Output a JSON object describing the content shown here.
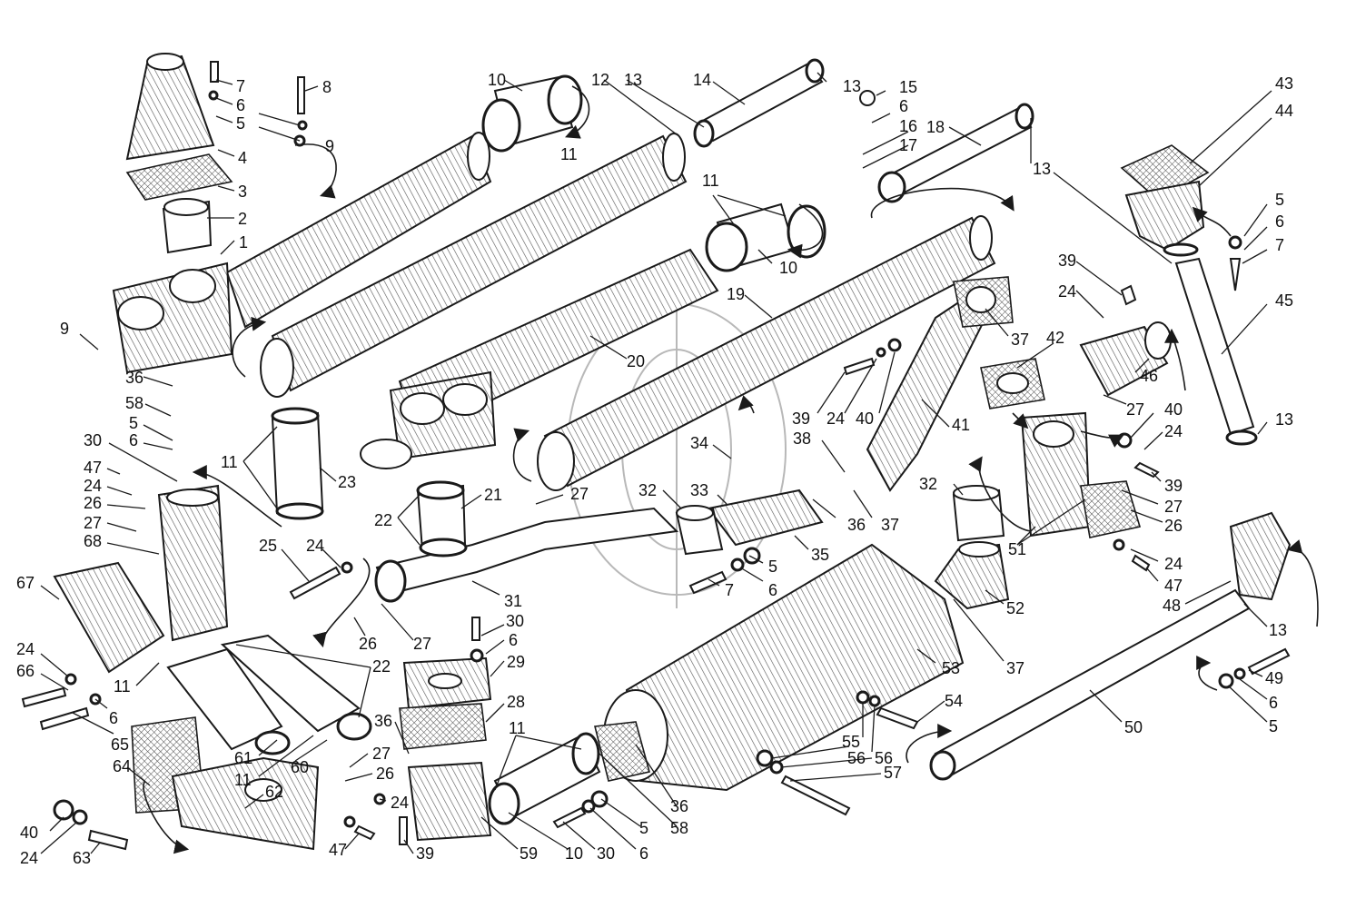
{
  "diagram": {
    "colors": {
      "ink": "#1a1a1a",
      "paper": "#ffffff",
      "watermark": "#b8b8b8"
    },
    "watermark_icon": "phi-circle-watermark",
    "labels": [
      {
        "id": "l1",
        "text": "1"
      },
      {
        "id": "l2",
        "text": "2"
      },
      {
        "id": "l3",
        "text": "3"
      },
      {
        "id": "l4",
        "text": "4"
      },
      {
        "id": "l5a",
        "text": "5"
      },
      {
        "id": "l6a",
        "text": "6"
      },
      {
        "id": "l7a",
        "text": "7"
      },
      {
        "id": "l8",
        "text": "8"
      },
      {
        "id": "l9a",
        "text": "9"
      },
      {
        "id": "l10a",
        "text": "10"
      },
      {
        "id": "l11a",
        "text": "11"
      },
      {
        "id": "l12",
        "text": "12"
      },
      {
        "id": "l13a",
        "text": "13"
      },
      {
        "id": "l14",
        "text": "14"
      },
      {
        "id": "l13b",
        "text": "13"
      },
      {
        "id": "l15",
        "text": "15"
      },
      {
        "id": "l6b",
        "text": "6"
      },
      {
        "id": "l16",
        "text": "16"
      },
      {
        "id": "l17",
        "text": "17"
      },
      {
        "id": "l18",
        "text": "18"
      },
      {
        "id": "l13c",
        "text": "13"
      },
      {
        "id": "l43",
        "text": "43"
      },
      {
        "id": "l44",
        "text": "44"
      },
      {
        "id": "l5b",
        "text": "5"
      },
      {
        "id": "l6c",
        "text": "6"
      },
      {
        "id": "l7b",
        "text": "7"
      },
      {
        "id": "l45",
        "text": "45"
      },
      {
        "id": "l13d",
        "text": "13"
      },
      {
        "id": "l11b",
        "text": "11"
      },
      {
        "id": "l10b",
        "text": "10"
      },
      {
        "id": "l19",
        "text": "19"
      },
      {
        "id": "l20",
        "text": "20"
      },
      {
        "id": "l9b",
        "text": "9"
      },
      {
        "id": "l36a",
        "text": "36"
      },
      {
        "id": "l58a",
        "text": "58"
      },
      {
        "id": "l5c",
        "text": "5"
      },
      {
        "id": "l6d",
        "text": "6"
      },
      {
        "id": "l30a",
        "text": "30"
      },
      {
        "id": "l47a",
        "text": "47"
      },
      {
        "id": "l24a",
        "text": "24"
      },
      {
        "id": "l26a",
        "text": "26"
      },
      {
        "id": "l27a",
        "text": "27"
      },
      {
        "id": "l68",
        "text": "68"
      },
      {
        "id": "l67",
        "text": "67"
      },
      {
        "id": "l11c",
        "text": "11"
      },
      {
        "id": "l23",
        "text": "23"
      },
      {
        "id": "l22a",
        "text": "22"
      },
      {
        "id": "l21",
        "text": "21"
      },
      {
        "id": "l27b",
        "text": "27"
      },
      {
        "id": "l32a",
        "text": "32"
      },
      {
        "id": "l33",
        "text": "33"
      },
      {
        "id": "l34",
        "text": "34"
      },
      {
        "id": "l39a",
        "text": "39"
      },
      {
        "id": "l24b",
        "text": "24"
      },
      {
        "id": "l40a",
        "text": "40"
      },
      {
        "id": "l41",
        "text": "41"
      },
      {
        "id": "l37a",
        "text": "37"
      },
      {
        "id": "l42",
        "text": "42"
      },
      {
        "id": "l39b",
        "text": "39"
      },
      {
        "id": "l24c",
        "text": "24"
      },
      {
        "id": "l46",
        "text": "46"
      },
      {
        "id": "l27c",
        "text": "27"
      },
      {
        "id": "l40b",
        "text": "40"
      },
      {
        "id": "l24d",
        "text": "24"
      },
      {
        "id": "l39c",
        "text": "39"
      },
      {
        "id": "l38",
        "text": "38"
      },
      {
        "id": "l36b",
        "text": "36"
      },
      {
        "id": "l37b",
        "text": "37"
      },
      {
        "id": "l32b",
        "text": "32"
      },
      {
        "id": "l27d",
        "text": "27"
      },
      {
        "id": "l26b",
        "text": "26"
      },
      {
        "id": "l51",
        "text": "51"
      },
      {
        "id": "l24e",
        "text": "24"
      },
      {
        "id": "l47b",
        "text": "47"
      },
      {
        "id": "l48",
        "text": "48"
      },
      {
        "id": "l13e",
        "text": "13"
      },
      {
        "id": "l25",
        "text": "25"
      },
      {
        "id": "l24f",
        "text": "24"
      },
      {
        "id": "l31",
        "text": "31"
      },
      {
        "id": "l26c",
        "text": "26"
      },
      {
        "id": "l27e",
        "text": "27"
      },
      {
        "id": "l35",
        "text": "35"
      },
      {
        "id": "l5d",
        "text": "5"
      },
      {
        "id": "l7c",
        "text": "7"
      },
      {
        "id": "l6e",
        "text": "6"
      },
      {
        "id": "l52",
        "text": "52"
      },
      {
        "id": "l37c",
        "text": "37"
      },
      {
        "id": "l53",
        "text": "53"
      },
      {
        "id": "l30b",
        "text": "30"
      },
      {
        "id": "l6f",
        "text": "6"
      },
      {
        "id": "l29",
        "text": "29"
      },
      {
        "id": "l28",
        "text": "28"
      },
      {
        "id": "l36c",
        "text": "36"
      },
      {
        "id": "l24g",
        "text": "24"
      },
      {
        "id": "l66",
        "text": "66"
      },
      {
        "id": "l6g",
        "text": "6"
      },
      {
        "id": "l65",
        "text": "65"
      },
      {
        "id": "l11d",
        "text": "11"
      },
      {
        "id": "l22b",
        "text": "22"
      },
      {
        "id": "l61",
        "text": "61"
      },
      {
        "id": "l60",
        "text": "60"
      },
      {
        "id": "l11e",
        "text": "11"
      },
      {
        "id": "l27f",
        "text": "27"
      },
      {
        "id": "l26d",
        "text": "26"
      },
      {
        "id": "l64",
        "text": "64"
      },
      {
        "id": "l62",
        "text": "62"
      },
      {
        "id": "l24h",
        "text": "24"
      },
      {
        "id": "l47c",
        "text": "47"
      },
      {
        "id": "l39d",
        "text": "39"
      },
      {
        "id": "l40c",
        "text": "40"
      },
      {
        "id": "l24i",
        "text": "24"
      },
      {
        "id": "l63",
        "text": "63"
      },
      {
        "id": "l11f",
        "text": "11"
      },
      {
        "id": "l59",
        "text": "59"
      },
      {
        "id": "l10c",
        "text": "10"
      },
      {
        "id": "l30c",
        "text": "30"
      },
      {
        "id": "l6h",
        "text": "6"
      },
      {
        "id": "l5e",
        "text": "5"
      },
      {
        "id": "l58b",
        "text": "58"
      },
      {
        "id": "l36d",
        "text": "36"
      },
      {
        "id": "l55",
        "text": "55"
      },
      {
        "id": "l56a",
        "text": "56"
      },
      {
        "id": "l54",
        "text": "54"
      },
      {
        "id": "l56b",
        "text": "56"
      },
      {
        "id": "l57",
        "text": "57"
      },
      {
        "id": "l50",
        "text": "50"
      },
      {
        "id": "l49",
        "text": "49"
      },
      {
        "id": "l6i",
        "text": "6"
      },
      {
        "id": "l5f",
        "text": "5"
      }
    ]
  }
}
